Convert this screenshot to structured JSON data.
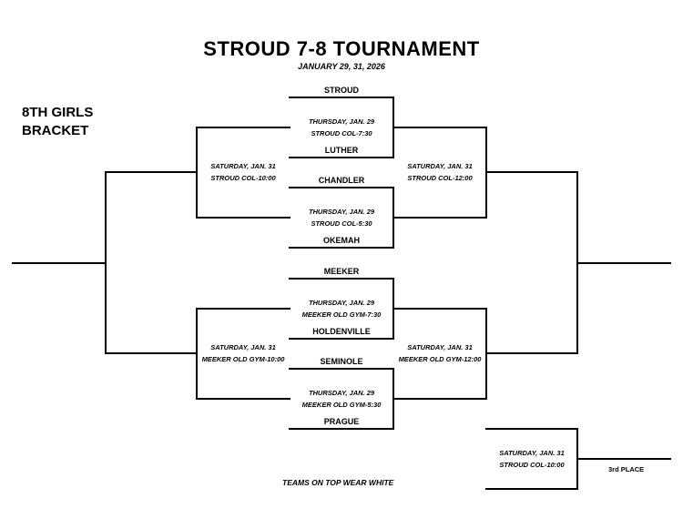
{
  "title": "STROUD 7-8 TOURNAMENT",
  "dates": "JANUARY  29, 31, 2026",
  "bracket_label_line1": "8TH GIRLS",
  "bracket_label_line2": "BRACKET",
  "teams": {
    "stroud": "STROUD",
    "luther": "LUTHER",
    "chandler": "CHANDLER",
    "okemah": "OKEMAH",
    "meeker": "MEEKER",
    "holdenville": "HOLDENVILLE",
    "seminole": "SEMINOLE",
    "prague": "PRAGUE"
  },
  "games": {
    "g1": {
      "day": "THURSDAY, JAN. 29",
      "place": "STROUD COL-7:30"
    },
    "g2": {
      "day": "THURSDAY, JAN. 29",
      "place": "STROUD COL-5:30"
    },
    "g3": {
      "day": "THURSDAY, JAN. 29",
      "place": "MEEKER OLD GYM-7:30"
    },
    "g4": {
      "day": "THURSDAY, JAN. 29",
      "place": "MEEKER OLD GYM-5:30"
    },
    "semi_left_top": {
      "day": "SATURDAY, JAN. 31",
      "place": "STROUD COL-10:00"
    },
    "semi_right_top": {
      "day": "SATURDAY, JAN. 31",
      "place": "STROUD COL-12:00"
    },
    "semi_left_bottom": {
      "day": "SATURDAY, JAN. 31",
      "place": "MEEKER OLD GYM-10:00"
    },
    "semi_right_bottom": {
      "day": "SATURDAY, JAN. 31",
      "place": "MEEKER OLD GYM-12:00"
    },
    "third_place_game": {
      "day": "SATURDAY, JAN. 31",
      "place": "STROUD COL-10:00"
    }
  },
  "footer_note": "TEAMS ON TOP WEAR WHITE",
  "third_place_label": "3rd PLACE"
}
